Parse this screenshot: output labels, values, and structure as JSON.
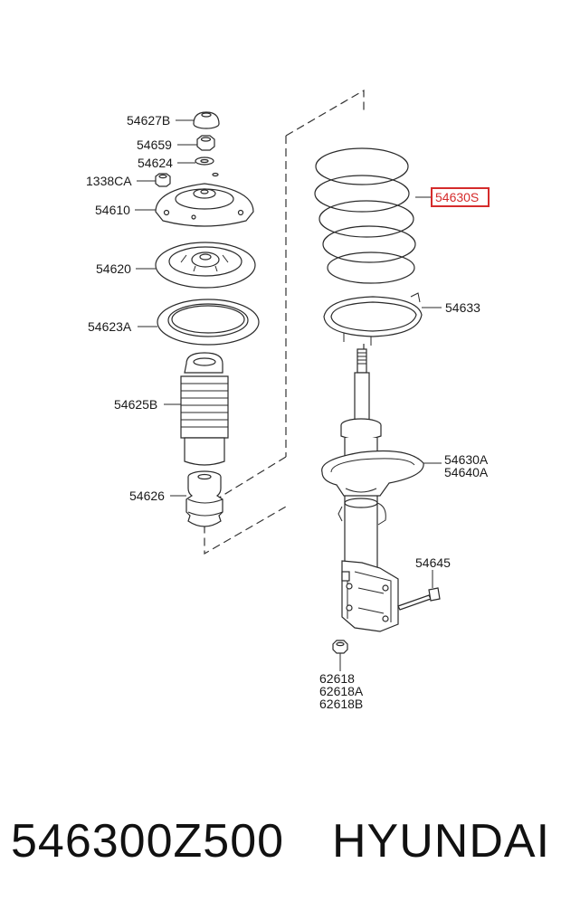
{
  "labels": {
    "l54627B": "54627B",
    "l54659": "54659",
    "l54624": "54624",
    "l1338CA": "1338CA",
    "l54610": "54610",
    "l54620": "54620",
    "l54623A": "54623A",
    "l54625B": "54625B",
    "l54626": "54626",
    "l54630S": "54630S",
    "l54633": "54633",
    "l54630A": "54630A",
    "l54640A": "54640A",
    "l54645": "54645",
    "l62618": "62618",
    "l62618A": "62618A",
    "l62618B": "62618B"
  },
  "highlight_color": "#d52b2b",
  "footer": {
    "part_number": "546300Z500",
    "brand": "HYUNDAI"
  }
}
